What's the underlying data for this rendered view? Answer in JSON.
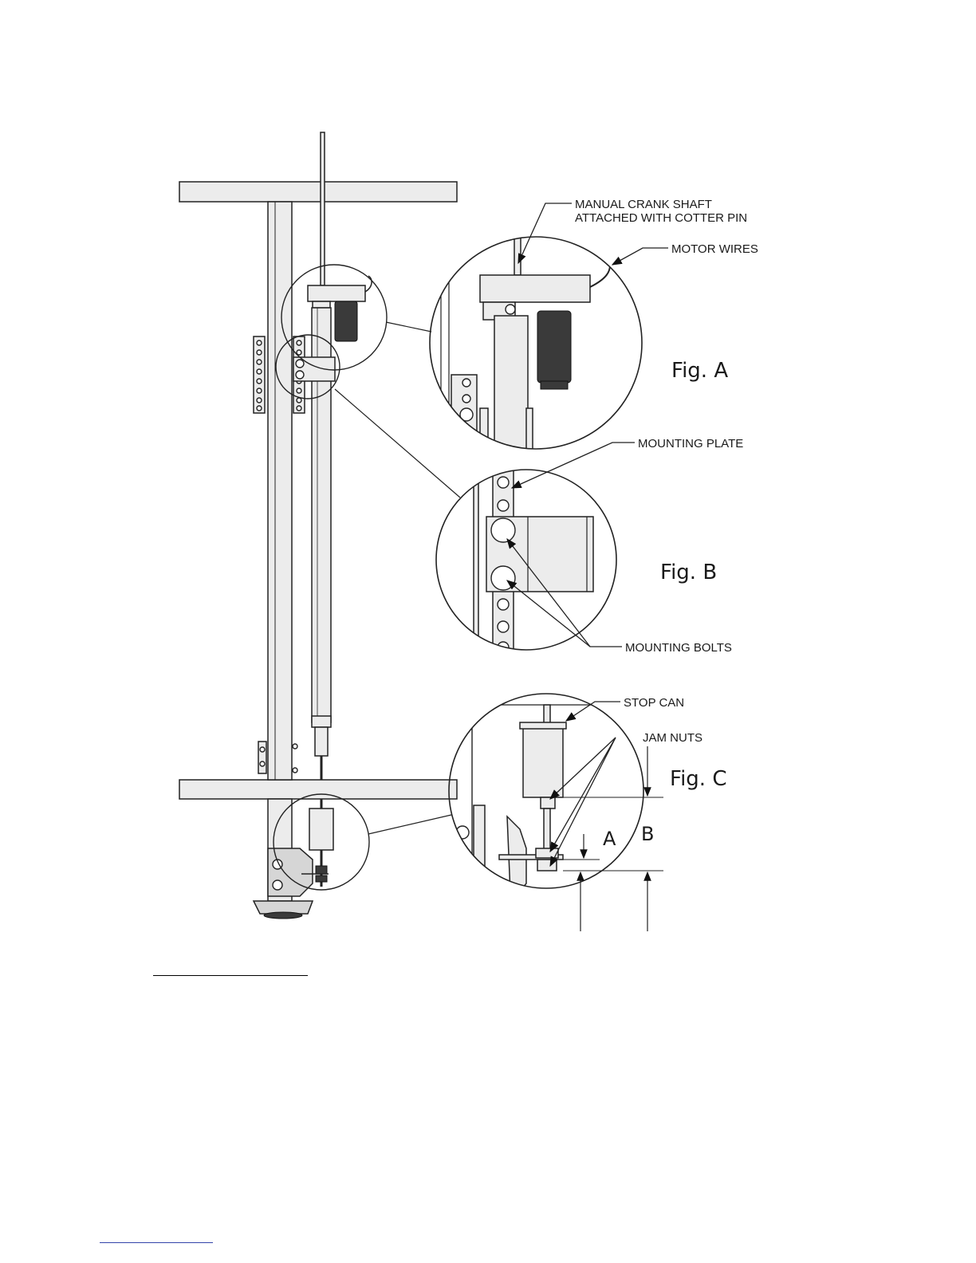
{
  "labels": {
    "crank_line1": "MANUAL CRANK SHAFT",
    "crank_line2": "ATTACHED WITH COTTER PIN",
    "motor_wires": "MOTOR WIRES",
    "mounting_plate": "MOUNTING PLATE",
    "mounting_bolts": "MOUNTING BOLTS",
    "stop_can": "STOP CAN",
    "jam_nuts": "JAM NUTS"
  },
  "figures": {
    "a": "Fig. A",
    "b": "Fig. B",
    "c": "Fig. C"
  },
  "dimensions": {
    "a": "A",
    "b": "B"
  }
}
